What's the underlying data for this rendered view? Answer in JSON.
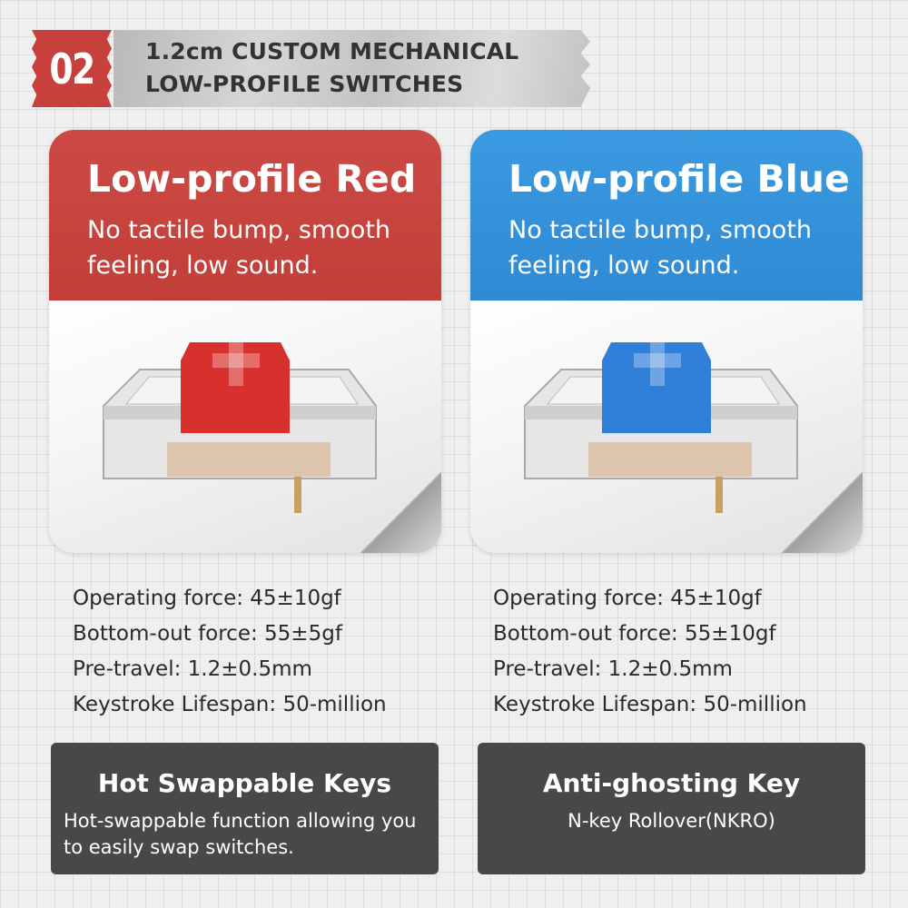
{
  "header": {
    "number": "02",
    "line1": "1.2cm CUSTOM MECHANICAL",
    "line2": "LOW-PROFILE SWITCHES"
  },
  "cards": [
    {
      "title": "Low-profile Red",
      "description": "No tactile bump, smooth feeling, low sound.",
      "stem_color": "#d8302c",
      "banner_color": "#c7433e",
      "specs": [
        "Operating force: 45±10gf",
        "Bottom-out force: 55±5gf",
        "Pre-travel: 1.2±0.5mm",
        "Keystroke Lifespan: 50-million"
      ]
    },
    {
      "title": "Low-profile Blue",
      "description": "No tactile bump, smooth feeling, low sound.",
      "stem_color": "#2f7fd8",
      "banner_color": "#3592d9",
      "specs": [
        "Operating force: 45±10gf",
        "Bottom-out force: 55±10gf",
        "Pre-travel: 1.2±0.5mm",
        "Keystroke Lifespan: 50-million"
      ]
    }
  ],
  "features": [
    {
      "title": "Hot Swappable Keys",
      "description": "Hot-swappable function allowing you to easily swap switches."
    },
    {
      "title": "Anti-ghosting Key",
      "description": "N-key Rollover(NKRO)"
    }
  ],
  "colors": {
    "accent_red": "#c7403b",
    "accent_blue": "#3592d9",
    "panel_dark": "#484848",
    "background": "#efefef"
  },
  "icons": {
    "red_switch": "red-switch-icon",
    "blue_switch": "blue-switch-icon"
  }
}
